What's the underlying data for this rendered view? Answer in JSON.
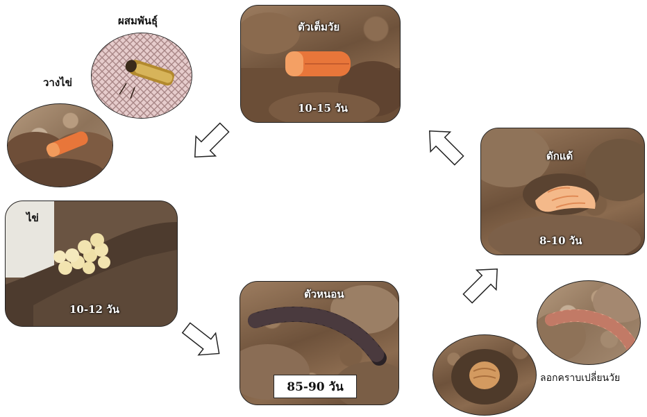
{
  "stages": {
    "adult": {
      "label": "ตัวเต็มวัย",
      "days": "10-15 วัน"
    },
    "mating": {
      "label": "ผสมพันธุ์"
    },
    "laying": {
      "label": "วางไข่"
    },
    "egg": {
      "label": "ไข่",
      "days": "10-12 วัน"
    },
    "larva": {
      "label": "ตัวหนอน",
      "days": "85-90 วัน"
    },
    "molting": {
      "label": "ลอกคราบเปลี่ยนวัย"
    },
    "pupa": {
      "label": "ดักแด้",
      "days": "8-10 วัน"
    }
  },
  "colors": {
    "adult_beetle": "#e8763a",
    "pupa": "#f4b98a",
    "larva": "#2a2226",
    "egg": "#f2e4b0",
    "border": "#222222"
  },
  "icons": [
    "hollow-arrow-icon"
  ]
}
